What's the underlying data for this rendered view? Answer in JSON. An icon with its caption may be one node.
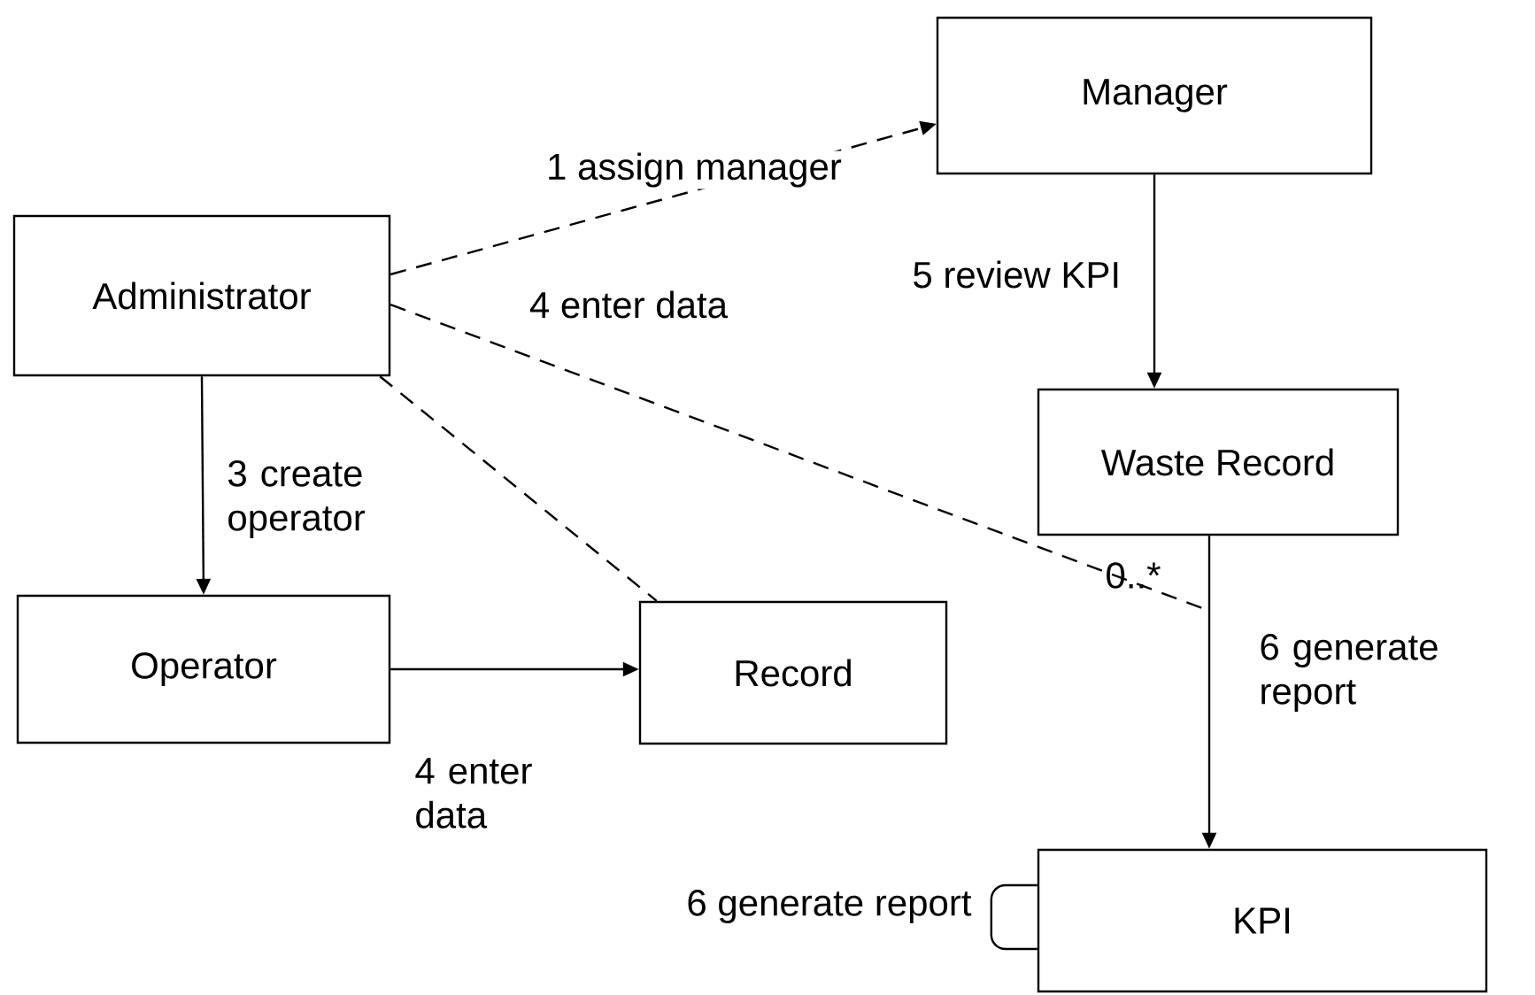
{
  "diagram": {
    "nodes": [
      {
        "text": [
          "Administrator"
        ]
      },
      {
        "text": [
          "Manager"
        ]
      },
      {
        "text": [
          "Waste Record"
        ]
      },
      {
        "text": [
          "Operator"
        ]
      },
      {
        "text": [
          "Record"
        ]
      },
      {
        "text": [
          "KPI"
        ]
      }
    ],
    "edges": [
      {
        "from": 0,
        "to": 1,
        "arrow": "to",
        "style": "dashed",
        "label": "1 assign manager"
      },
      {
        "from": 0,
        "to": null,
        "arrow": "none",
        "style": "dashed",
        "label": "4 enter data"
      },
      {
        "from": 0,
        "to": 4,
        "arrow": "none",
        "style": "dashed"
      },
      {
        "from": 0,
        "to": 3,
        "arrow": "to",
        "label": "3 create operator"
      },
      {
        "from": 3,
        "to": 4,
        "arrow": "to",
        "label": "4 enter data"
      },
      {
        "from": 1,
        "to": 2,
        "arrow": "to",
        "label": "5 review KPI"
      },
      {
        "from": 2,
        "to": 5,
        "arrow": "to",
        "label": "6 generate report"
      },
      {
        "from": 5,
        "to": 5,
        "arrow": "none",
        "label": "6 generate report"
      }
    ],
    "labels": [
      "0..*"
    ]
  }
}
